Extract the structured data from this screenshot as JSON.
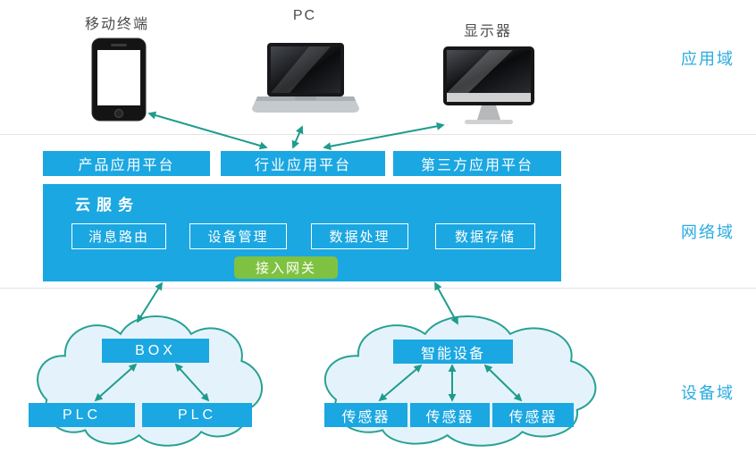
{
  "domains": [
    {
      "label": "应用域"
    },
    {
      "label": "网络域"
    },
    {
      "label": "设备域"
    }
  ],
  "application": {
    "devices": [
      {
        "label": "移动终端",
        "icon": "smartphone-icon"
      },
      {
        "label": "PC",
        "icon": "laptop-icon"
      },
      {
        "label": "显示器",
        "icon": "desktop-monitor-icon"
      }
    ]
  },
  "network": {
    "platforms": [
      {
        "label": "产品应用平台"
      },
      {
        "label": "行业应用平台"
      },
      {
        "label": "第三方应用平台"
      }
    ],
    "cloud_service": {
      "title": "云服务",
      "modules": [
        {
          "label": "消息路由"
        },
        {
          "label": "设备管理"
        },
        {
          "label": "数据处理"
        },
        {
          "label": "数据存储"
        }
      ],
      "gateway_label": "接入网关"
    }
  },
  "device_domain": {
    "plc_cluster": {
      "hub_label": "BOX",
      "nodes": [
        {
          "label": "PLC"
        },
        {
          "label": "PLC"
        }
      ]
    },
    "sensor_cluster": {
      "hub_label": "智能设备",
      "nodes": [
        {
          "label": "传感器"
        },
        {
          "label": "传感器"
        },
        {
          "label": "传感器"
        }
      ]
    }
  },
  "colors": {
    "primary_blue": "#1BA7E1",
    "gateway_green": "#7FC241",
    "arrow_teal": "#1E9C8D",
    "cloud_fill": "#E4F3FB",
    "cloud_stroke": "#28A193",
    "domain_label_blue": "#29ABE2",
    "divider_gray": "#E3E3E3"
  }
}
